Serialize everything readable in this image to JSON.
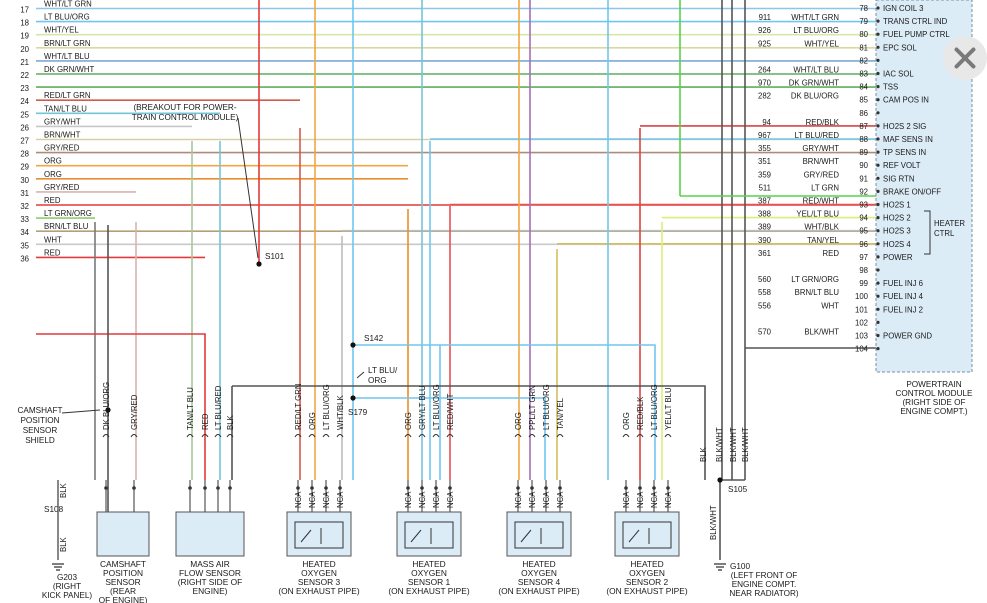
{
  "diagram": {
    "left_wires": [
      {
        "pin": "17",
        "label": "WHT/LT GRN",
        "color": "#8fc5e8"
      },
      {
        "pin": "18",
        "label": "LT BLU/ORG",
        "color": "#6fc6ee"
      },
      {
        "pin": "19",
        "label": "WHT/YEL",
        "color": "#d6e7a8"
      },
      {
        "pin": "20",
        "label": "BRN/LT GRN",
        "color": "#d8d9a0"
      },
      {
        "pin": "21",
        "label": "WHT/LT BLU",
        "color": "#7fa9d6"
      },
      {
        "pin": "22",
        "label": "DK GRN/WHT",
        "color": "#5fae5f"
      },
      {
        "pin": "23",
        "label": "",
        "color": "#5fae5f"
      },
      {
        "pin": "24",
        "label": "RED/LT GRN",
        "color": "#d45a4c"
      },
      {
        "pin": "25",
        "label": "TAN/LT BLU",
        "color": "#74c4d8"
      },
      {
        "pin": "26",
        "label": "GRY/WHT",
        "color": "#c7c7c7"
      },
      {
        "pin": "27",
        "label": "BRN/WHT",
        "color": "#d9cfa7"
      },
      {
        "pin": "28",
        "label": "GRY/RED",
        "color": "#b08a78"
      },
      {
        "pin": "29",
        "label": "ORG",
        "color": "#f2a640"
      },
      {
        "pin": "30",
        "label": "ORG",
        "color": "#e88f2c"
      },
      {
        "pin": "31",
        "label": "GRY/RED",
        "color": "#d9b4b0"
      },
      {
        "pin": "32",
        "label": "RED",
        "color": "#e23a3a"
      },
      {
        "pin": "33",
        "label": "LT GRN/ORG",
        "color": "#8ccf6a"
      },
      {
        "pin": "34",
        "label": "BRN/LT BLU",
        "color": "#b3a07a"
      },
      {
        "pin": "35",
        "label": "WHT",
        "color": "#c9c9c9"
      },
      {
        "pin": "36",
        "label": "RED",
        "color": "#e23a3a"
      }
    ],
    "right_wires": [
      {
        "circuit": "",
        "label": "",
        "pin": "78",
        "func": "IGN COIL 3",
        "color": "#bbbbbb"
      },
      {
        "circuit": "911",
        "label": "WHT/LT GRN",
        "pin": "79",
        "func": "TRANS CTRL IND",
        "color": "#8fc5e8"
      },
      {
        "circuit": "926",
        "label": "LT BLU/ORG",
        "pin": "80",
        "func": "FUEL PUMP CTRL",
        "color": "#6fc6ee"
      },
      {
        "circuit": "925",
        "label": "WHT/YEL",
        "pin": "81",
        "func": "EPC SOL",
        "color": "#d6e7a8"
      },
      {
        "circuit": "",
        "label": "",
        "pin": "82",
        "func": "",
        "color": "#d8d9a0"
      },
      {
        "circuit": "264",
        "label": "WHT/LT BLU",
        "pin": "83",
        "func": "IAC SOL",
        "color": "#7fa9d6"
      },
      {
        "circuit": "970",
        "label": "DK GRN/WHT",
        "pin": "84",
        "func": "TSS",
        "color": "#5fae5f"
      },
      {
        "circuit": "282",
        "label": "DK BLU/ORG",
        "pin": "85",
        "func": "CAM POS IN",
        "color": "#5fae5f"
      },
      {
        "circuit": "",
        "label": "",
        "pin": "86",
        "func": "",
        "color": "#bbbbbb"
      },
      {
        "circuit": "94",
        "label": "RED/BLK",
        "pin": "87",
        "func": "HO2S 2 SIG",
        "color": "#d64545"
      },
      {
        "circuit": "967",
        "label": "LT BLU/RED",
        "pin": "88",
        "func": "MAF SENS IN",
        "color": "#6fc6ee"
      },
      {
        "circuit": "355",
        "label": "GRY/WHT",
        "pin": "89",
        "func": "TP SENS IN",
        "color": "#c7c7c7"
      },
      {
        "circuit": "351",
        "label": "BRN/WHT",
        "pin": "90",
        "func": "REF VOLT",
        "color": "#d9cfa7"
      },
      {
        "circuit": "359",
        "label": "GRY/RED",
        "pin": "91",
        "func": "SIG RTN",
        "color": "#b08a78"
      },
      {
        "circuit": "511",
        "label": "LT GRN",
        "pin": "92",
        "func": "BRAKE ON/OFF",
        "color": "#59d04a"
      },
      {
        "circuit": "387",
        "label": "RED/WHT",
        "pin": "93",
        "func": "HO2S 1",
        "color": "#e65050"
      },
      {
        "circuit": "388",
        "label": "YEL/LT BLU",
        "pin": "94",
        "func": "HO2S 2",
        "color": "#d9ef7a"
      },
      {
        "circuit": "389",
        "label": "WHT/BLK",
        "pin": "95",
        "func": "HO2S 3",
        "color": "#bdbdbd"
      },
      {
        "circuit": "390",
        "label": "TAN/YEL",
        "pin": "96",
        "func": "HO2S 4",
        "color": "#d4c060"
      },
      {
        "circuit": "361",
        "label": "RED",
        "pin": "97",
        "func": "POWER",
        "color": "#e23a3a"
      },
      {
        "circuit": "",
        "label": "",
        "pin": "98",
        "func": "",
        "color": "#bbbbbb"
      },
      {
        "circuit": "560",
        "label": "LT GRN/ORG",
        "pin": "99",
        "func": "FUEL INJ 6",
        "color": "#8ccf6a"
      },
      {
        "circuit": "558",
        "label": "BRN/LT BLU",
        "pin": "100",
        "func": "FUEL INJ 4",
        "color": "#b3a07a"
      },
      {
        "circuit": "556",
        "label": "WHT",
        "pin": "101",
        "func": "FUEL INJ 2",
        "color": "#c9c9c9"
      },
      {
        "circuit": "",
        "label": "",
        "pin": "102",
        "func": "",
        "color": "#bbbbbb"
      },
      {
        "circuit": "570",
        "label": "BLK/WHT",
        "pin": "103",
        "func": "POWER GND",
        "color": "#555555"
      },
      {
        "circuit": "",
        "label": "",
        "pin": "104",
        "func": "",
        "color": "#bbbbbb"
      }
    ],
    "heater_ctrl_label": [
      "HEATER",
      "CTRL"
    ],
    "pcm_caption": [
      "POWERTRAIN",
      "CONTROL MODULE",
      "(RIGHT SIDE OF",
      "ENGINE COMPT.)"
    ],
    "breakout_note": [
      "(BREAKOUT FOR POWER-",
      "TRAIN CONTROL MODULE)"
    ],
    "splices": {
      "s101": "S101",
      "s142": "S142",
      "s179": "S179",
      "s105": "S105",
      "s108": "S108"
    },
    "lt_blu_org_note": [
      "LT BLU/",
      "ORG"
    ],
    "camshaft_shield_label": [
      "CAMSHAFT",
      "POSITION",
      "SENSOR",
      "SHIELD"
    ],
    "blk": "BLK",
    "blk_wht": "BLK/WHT",
    "nca": "NCA",
    "components": [
      {
        "wires": [
          "DK BLU/ORG",
          "GRY/RED"
        ],
        "name": [
          "CAMSHAFT",
          "POSITION",
          "SENSOR",
          "(REAR",
          "OF ENGINE)"
        ]
      },
      {
        "wires": [
          "TAN/LT BLU",
          "RED",
          "LT BLU/RED",
          "BLK"
        ],
        "name": [
          "MASS AIR",
          "FLOW SENSOR",
          "(RIGHT SIDE OF",
          "ENGINE)"
        ]
      },
      {
        "wires": [
          "RED/LT GRN",
          "ORG",
          "LT BLU/ORG",
          "WHT/BLK"
        ],
        "name": [
          "HEATED",
          "OXYGEN",
          "SENSOR 3",
          "(ON EXHAUST PIPE)"
        ]
      },
      {
        "wires": [
          "ORG",
          "GRY/LT BLU",
          "LT BLU/ORG",
          "RED/WHT"
        ],
        "name": [
          "HEATED",
          "OXYGEN",
          "SENSOR 1",
          "(ON EXHAUST PIPE)"
        ]
      },
      {
        "wires": [
          "ORG",
          "PPL/LT GRN",
          "LT BLU/ORG",
          "TAN/YEL"
        ],
        "name": [
          "HEATED",
          "OXYGEN",
          "SENSOR 4",
          "(ON EXHAUST PIPE)"
        ]
      },
      {
        "wires": [
          "ORG",
          "RED/BLK",
          "LT BLU/ORG",
          "YEL/LT BLU"
        ],
        "name": [
          "HEATED",
          "OXYGEN",
          "SENSOR 2",
          "(ON EXHAUST PIPE)"
        ]
      }
    ],
    "ground_wires": [
      "BLK",
      "BLK/WHT",
      "BLK/WHT",
      "BLK/WHT"
    ],
    "g203": [
      "G203",
      "(RIGHT",
      "KICK PANEL)"
    ],
    "g100": [
      "G100",
      "(LEFT FRONT OF",
      "ENGINE COMPT.",
      "NEAR RADIATOR)"
    ]
  }
}
